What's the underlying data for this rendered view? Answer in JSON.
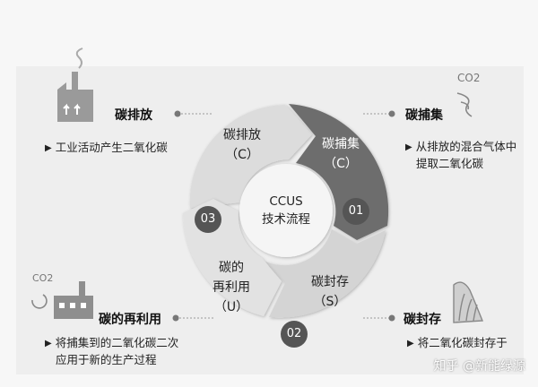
{
  "diagram": {
    "center": {
      "line1": "CCUS",
      "line2": "技术流程"
    },
    "segments": [
      {
        "id": "emission",
        "label": "碳排放",
        "sub": "（C）",
        "number": ""
      },
      {
        "id": "capture",
        "label": "碳捕集",
        "sub": "（C）",
        "number": "01"
      },
      {
        "id": "storage",
        "label": "碳封存",
        "sub": "（S）",
        "number": "02"
      },
      {
        "id": "utilization",
        "label_line1": "碳的",
        "label_line2": "再利用",
        "sub": "（U）",
        "number": "03"
      }
    ]
  },
  "callouts": {
    "emission": {
      "title": "碳排放",
      "desc": "工业活动产生二氧化碳"
    },
    "capture": {
      "title": "碳捕集",
      "desc_line1": "从排放的混合气体中",
      "desc_line2": "提取二氧化碳",
      "icon_text": "CO2"
    },
    "utilization": {
      "title": "碳的再利用",
      "desc_line1": "将捕集到的二氧化碳二次",
      "desc_line2": "应用于新的生产过程",
      "icon_text": "CO2"
    },
    "storage": {
      "title": "碳封存",
      "desc_line1": "将二氧化碳封存于",
      "desc_line2": ""
    }
  },
  "watermark": "知乎 @新能绿源",
  "colors": {
    "capture_segment": "#6b6b6b",
    "light_segment": "#d9d9d9",
    "number_circle": "#555555"
  }
}
